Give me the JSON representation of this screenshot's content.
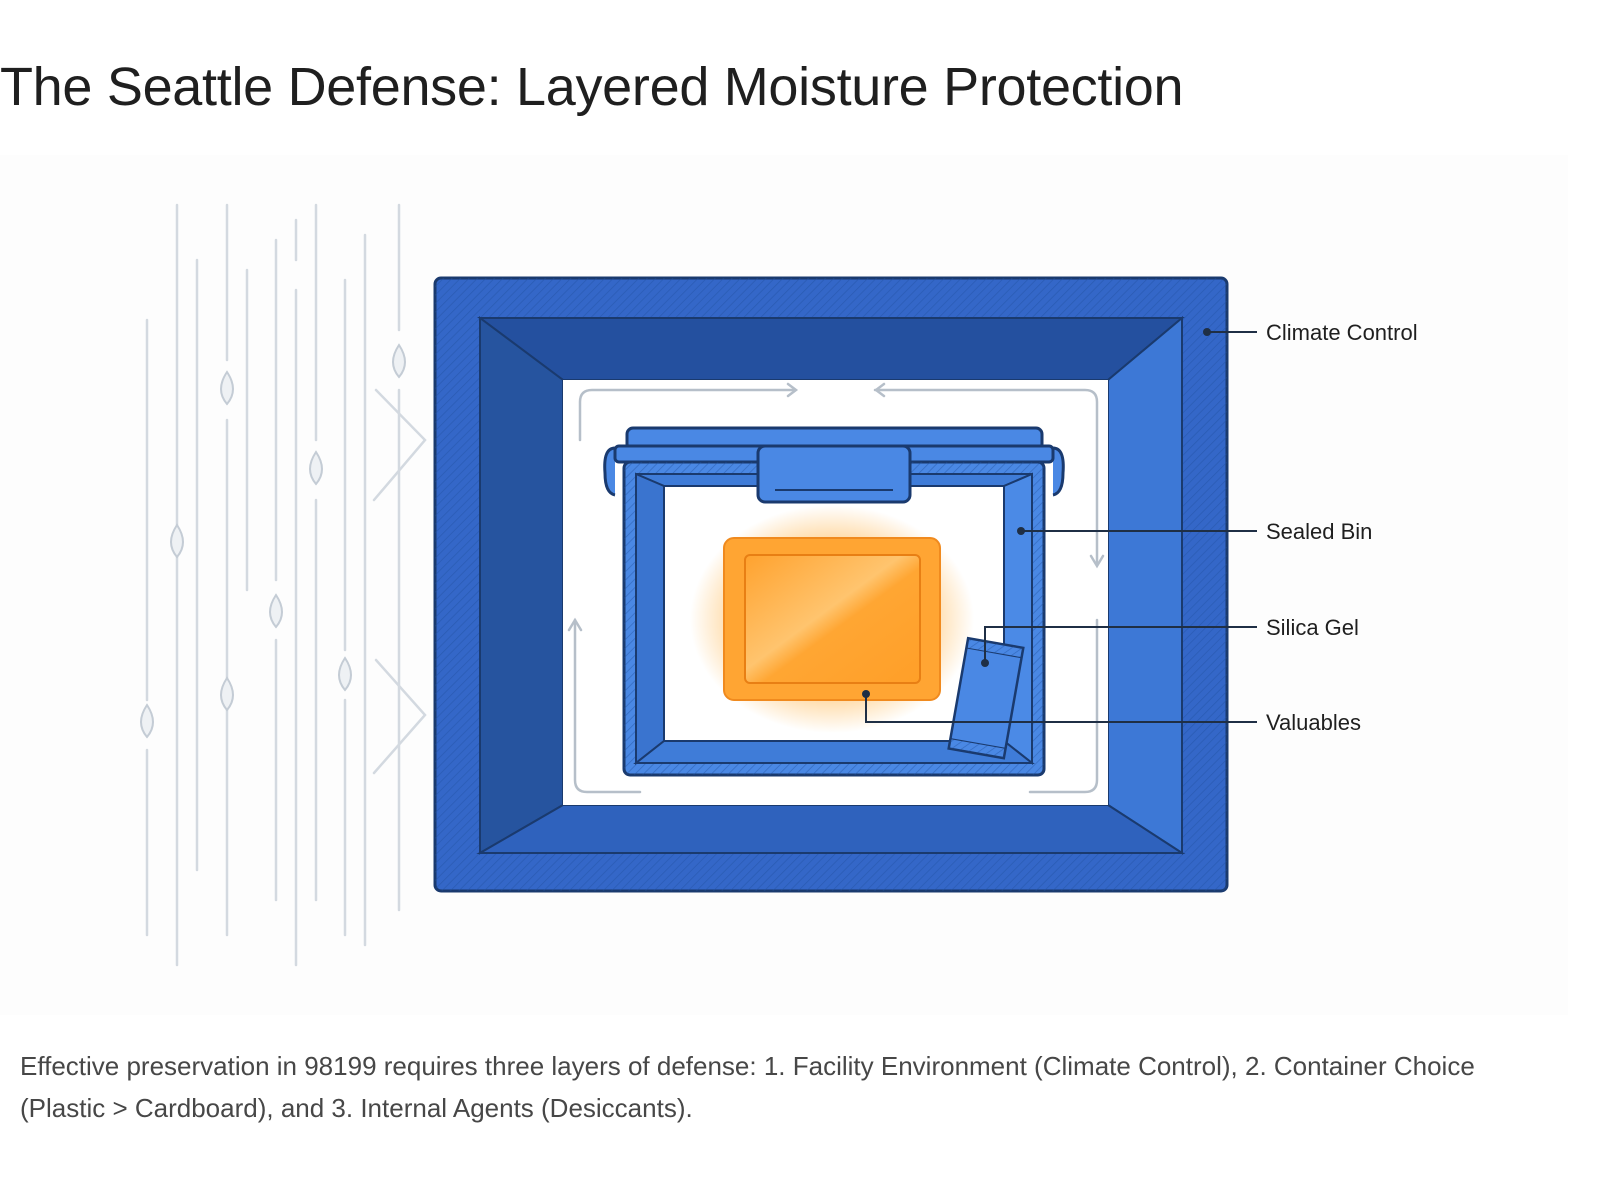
{
  "title": "The Seattle Defense: Layered Moisture Protection",
  "diagram": {
    "labels": {
      "climate_control": "Climate Control",
      "sealed_bin": "Sealed Bin",
      "silica_gel": "Silica Gel",
      "valuables": "Valuables"
    },
    "colors": {
      "facility_blue": "#3467c8",
      "bin_blue": "#4a88e4",
      "outline": "#1a3a6e",
      "valuables_orange": "#ffa533",
      "rain_gray": "#cfd6de"
    }
  },
  "caption": "Effective preservation in 98199 requires three layers of defense: 1. Facility Environment (Climate Control), 2. Container Choice (Plastic > Cardboard), and 3. Internal Agents (Desiccants)."
}
